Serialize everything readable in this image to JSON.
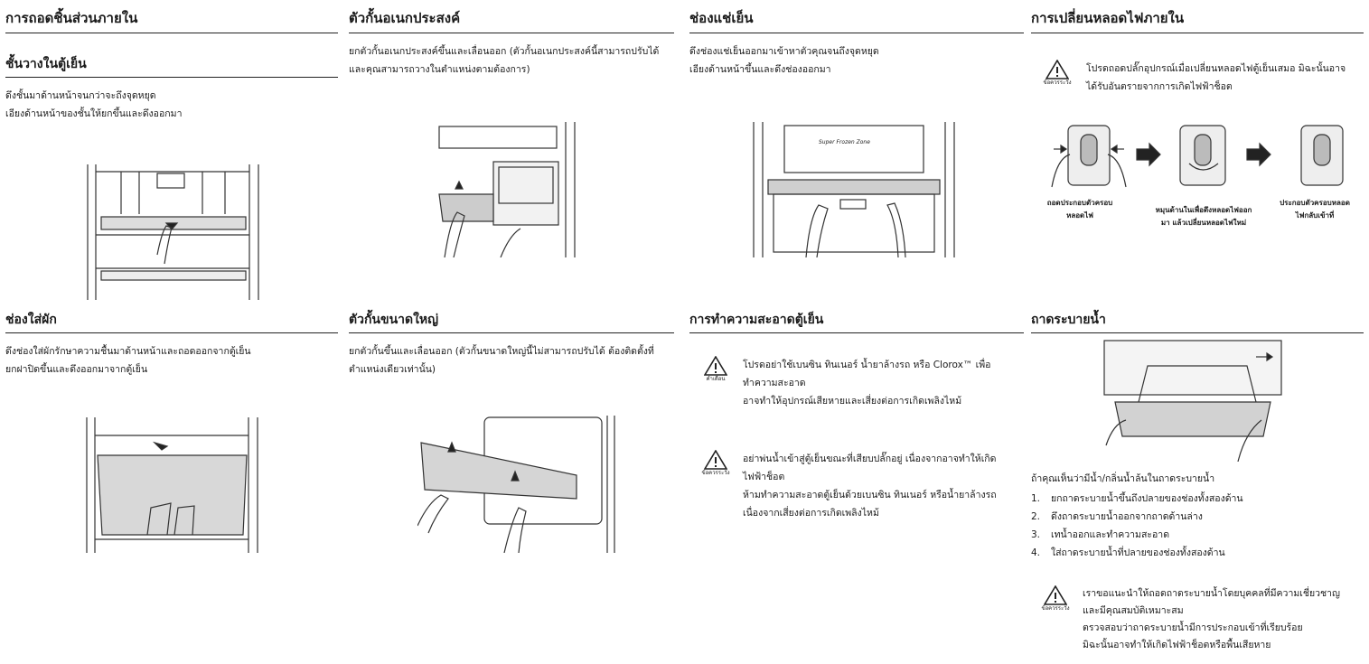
{
  "col1": {
    "title": "การถอดชิ้นส่วนภายใน",
    "shelf": {
      "title": "ชั้นวางในตู้เย็น",
      "lines": [
        "ดึงชั้นมาด้านหน้าจนกว่าจะถึงจุดหยุด",
        "เอียงด้านหน้าของชั้นให้ยกขึ้นและดึงออกมา"
      ]
    },
    "crisper": {
      "title": "ช่องใส่ผัก",
      "lines": [
        "ดึงช่องใส่ผักรักษาความชื้นมาด้านหน้าและถอดออกจากตู้เย็น",
        "ยกฝาปิดขึ้นและดึงออกมาจากตู้เย็น"
      ]
    }
  },
  "col2": {
    "multi": {
      "title": "ตัวกั้นอเนกประสงค์",
      "lines": [
        "ยกตัวกั้นอเนกประสงค์ขึ้นและเลื่อนออก (ตัวกั้นอเนกประสงค์นี้สามารถปรับได้",
        "และคุณสามารถวางในตำแหน่งตามต้องการ)"
      ]
    },
    "large": {
      "title": "ตัวกั้นขนาดใหญ่",
      "lines": [
        "ยกตัวกั้นขึ้นและเลื่อนออก (ตัวกั้นขนาดใหญ่นี้ไม่สามารถปรับได้ ต้องติดตั้งที่",
        "ตำแหน่งเดียวเท่านั้น)"
      ]
    }
  },
  "col3": {
    "chill": {
      "title": "ช่องแช่เย็น",
      "lines": [
        "ดึงช่องแช่เย็นออกมาเข้าหาตัวคุณจนถึงจุดหยุด",
        "เอียงด้านหน้าขึ้นและดึงช่องออกมา"
      ],
      "label": "Super Frozen Zone"
    },
    "clean": {
      "title": "การทำความสะอาดตู้เย็น",
      "warn1": {
        "icon_label": "คำเตือน",
        "lines": [
          "โปรดอย่าใช้เบนซิน ทินเนอร์ น้ำยาล้างรถ หรือ Clorox™ เพื่อ",
          "ทำความสะอาด",
          "อาจทำให้อุปกรณ์เสียหายและเสี่ยงต่อการเกิดเพลิงไหม้"
        ]
      },
      "warn2": {
        "icon_label": "ข้อควรระวัง",
        "lines": [
          "อย่าพ่นน้ำเข้าสู่ตู้เย็นขณะที่เสียบปลั๊กอยู่ เนื่องจากอาจทำให้เกิด",
          "ไฟฟ้าช็อต",
          "ห้ามทำความสะอาดตู้เย็นด้วยเบนซิน ทินเนอร์ หรือน้ำยาล้างรถ",
          "เนื่องจากเสี่ยงต่อการเกิดเพลิงไหม้"
        ]
      }
    }
  },
  "col4": {
    "lamp": {
      "title": "การเปลี่ยนหลอดไฟภายใน",
      "warn": {
        "icon_label": "ข้อควรระวัง",
        "lines": [
          "โปรดถอดปลั๊กอุปกรณ์เมื่อเปลี่ยนหลอดไฟตู้เย็นเสมอ มิฉะนั้นอาจ",
          "ได้รับอันตรายจากการเกิดไฟฟ้าช็อต"
        ]
      },
      "captions": [
        [
          "ถอดประกอบตัวครอบ",
          "หลอดไฟ"
        ],
        [
          "หมุนด้านในเพื่อดึงหลอดไฟออก",
          "มา แล้วเปลี่ยนหลอดไฟใหม่"
        ],
        [
          "ประกอบตัวครอบหลอด",
          "ไฟกลับเข้าที่"
        ]
      ]
    },
    "drain": {
      "title": "ถาดระบายน้ำ",
      "intro": "ถ้าคุณเห็นว่ามีน้ำ/กลิ่นน้ำล้นในถาดระบายน้ำ",
      "steps": [
        {
          "num": "1.",
          "text": "ยกถาดระบายน้ำขึ้นถึงปลายของช่องทั้งสองด้าน"
        },
        {
          "num": "2.",
          "text": "ดึงถาดระบายน้ำออกจากถาดด้านล่าง"
        },
        {
          "num": "3.",
          "text": "เทน้ำออกและทำความสะอาด"
        },
        {
          "num": "4.",
          "text": "ใส่ถาดระบายน้ำที่ปลายของช่องทั้งสองด้าน"
        }
      ],
      "warn": {
        "icon_label": "ข้อควรระวัง",
        "lines": [
          "เราขอแนะนำให้ถอดถาดระบายน้ำโดยบุคคลที่มีความเชี่ยวชาญ",
          "และมีคุณสมบัติเหมาะสม",
          "ตรวจสอบว่าถาดระบายน้ำมีการประกอบเข้าที่เรียบร้อย",
          "มิฉะนั้นอาจทำให้เกิดไฟฟ้าช็อตหรือพื้นเสียหาย"
        ]
      }
    }
  }
}
